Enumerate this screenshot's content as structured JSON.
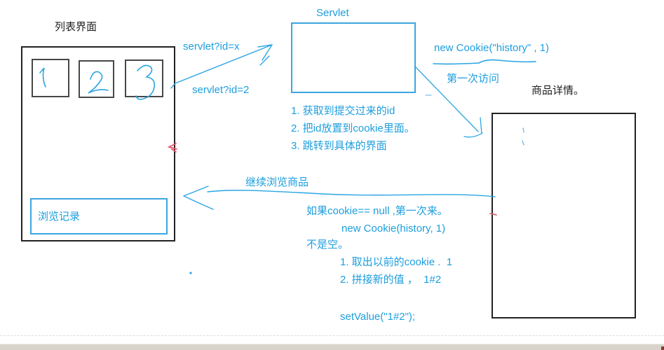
{
  "app": {
    "canvas_bg": "#ffffff",
    "ink_blue": "#1d9ede",
    "ink_black": "#1f1f1f",
    "ink_red": "#e8566a",
    "scrollbar_color": "#d8d4cb"
  },
  "list_panel": {
    "title": "列表界面",
    "items": [
      "1",
      "2",
      "3"
    ],
    "history_label": "浏览记录"
  },
  "servlet_box": {
    "title": "Servlet",
    "request_top": "servlet?id=x",
    "request_bottom": "servlet?id=2",
    "steps": [
      "1. 获取到提交过来的id",
      "2. 把id放置到cookie里面。",
      "3. 跳转到具体的界面"
    ]
  },
  "cookie_annotation": {
    "code": "new Cookie(\"history\" , 1)",
    "first_visit": "第一次访问"
  },
  "product_panel": {
    "title": "商品详情。"
  },
  "continue_flow": {
    "label": "继续浏览商品",
    "lines": [
      "如果cookie== null ,第一次来。",
      "new Cookie(history, 1)",
      "不是空。",
      "1. 取出以前的cookie .  1",
      "2. 拼接新的值 ，  1#2",
      "setValue(\"1#2\");"
    ]
  }
}
